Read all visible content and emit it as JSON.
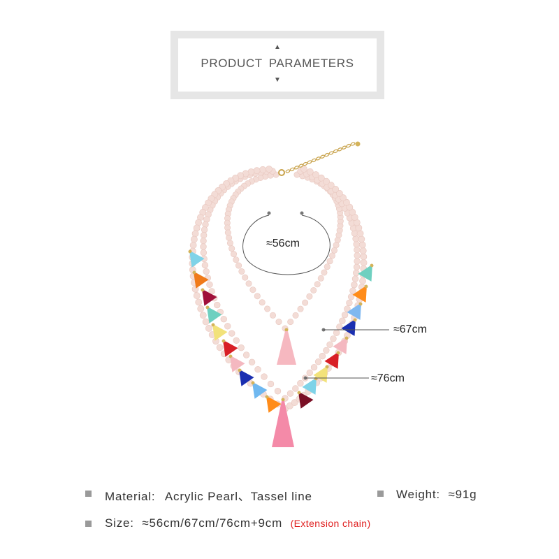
{
  "header": {
    "title": "PRODUCT  PARAMETERS",
    "up_arrow_icon": "triangle-up",
    "down_arrow_icon": "triangle-down"
  },
  "dimensions": {
    "inner": "≈56cm",
    "middle": "≈67cm",
    "outer": "≈76cm"
  },
  "tassel_colors": [
    "#7fd3e8",
    "#f07a1a",
    "#a0103a",
    "#6fd0c0",
    "#f2e27a",
    "#d81f26",
    "#f4b8c0",
    "#1b2fb0",
    "#6fb8f0",
    "#ff8c1a",
    "#7a0f25"
  ],
  "bead_color": "#f3dcd6",
  "specs": {
    "material_label": "Material:",
    "material_value": "Acrylic Pearl、Tassel line",
    "weight_label": "Weight:",
    "weight_value": "≈91g",
    "size_label": "Size:",
    "size_value": "≈56cm/67cm/76cm+9cm",
    "size_note": "(Extension chain)"
  }
}
